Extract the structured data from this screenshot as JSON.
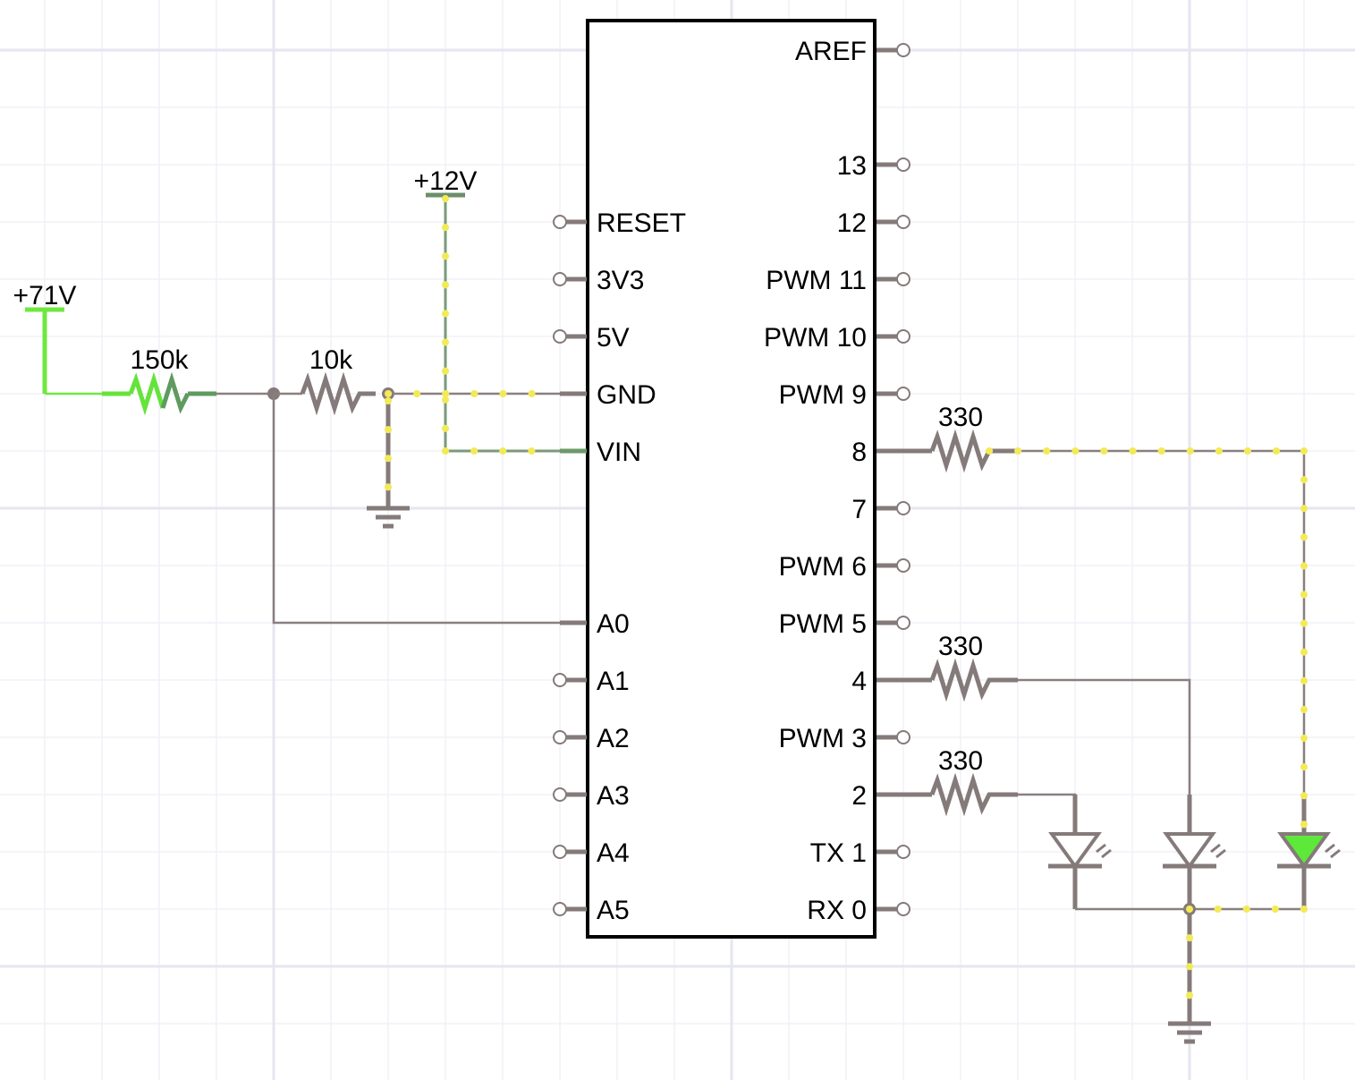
{
  "chip": {
    "left_pins": [
      "RESET",
      "3V3",
      "5V",
      "GND",
      "VIN",
      "A0",
      "A1",
      "A2",
      "A3",
      "A4",
      "A5"
    ],
    "right_pins": [
      "AREF",
      "13",
      "12",
      "PWM 11",
      "PWM 10",
      "PWM 9",
      "8",
      "7",
      "PWM 6",
      "PWM 5",
      "4",
      "PWM 3",
      "2",
      "TX 1",
      "RX 0"
    ]
  },
  "supplies": {
    "v71": "+71V",
    "v12": "+12V"
  },
  "resistors": {
    "r1": "150k",
    "r2": "10k",
    "r_pin8": "330",
    "r_pin4": "330",
    "r_pin2": "330"
  },
  "colors": {
    "wire": "#8a7f7f",
    "current_dots": "#f2ea57",
    "active_green": "#66e33a",
    "grid": "#e8e8f2"
  }
}
